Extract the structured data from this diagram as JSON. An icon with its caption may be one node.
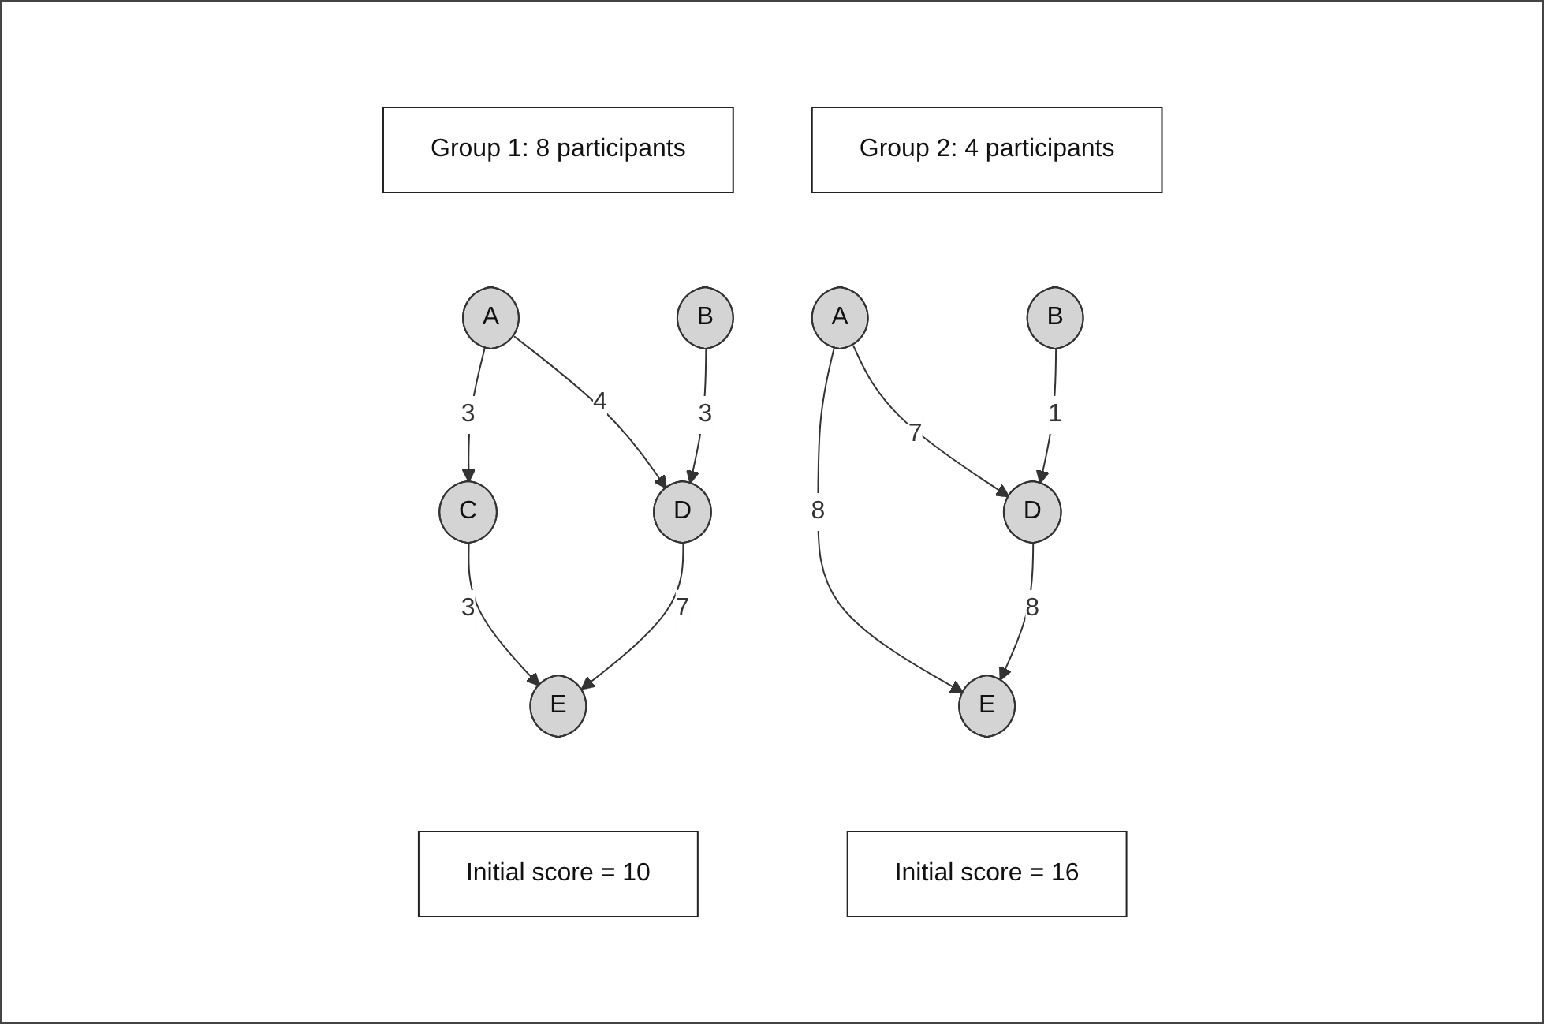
{
  "diagram": {
    "nodes": [
      {
        "text": [
          "Group 1:  8 participants"
        ]
      },
      {
        "text": [
          "A"
        ]
      },
      {
        "text": [
          "B"
        ]
      },
      {
        "text": [
          "C"
        ]
      },
      {
        "text": [
          "D"
        ]
      },
      {
        "text": [
          "E"
        ]
      },
      {
        "text": [
          "Initial score = 10"
        ]
      },
      {
        "text": [
          "Group 2:  4 participants"
        ]
      },
      {
        "text": [
          "A"
        ]
      },
      {
        "text": [
          "B"
        ]
      },
      {
        "text": [
          "D"
        ]
      },
      {
        "text": [
          "E"
        ]
      },
      {
        "text": [
          "Initial score = 16"
        ]
      }
    ],
    "edges": [
      {
        "from": 1,
        "to": 3,
        "arrow": "to",
        "label": "3"
      },
      {
        "from": 1,
        "to": 4,
        "arrow": "to",
        "label": "4"
      },
      {
        "from": 2,
        "to": 4,
        "arrow": "to",
        "label": "3"
      },
      {
        "from": 3,
        "to": 5,
        "arrow": "to",
        "label": "3"
      },
      {
        "from": 4,
        "to": 5,
        "arrow": "to",
        "label": "7"
      },
      {
        "from": 8,
        "to": 10,
        "arrow": "to",
        "label": "7"
      },
      {
        "from": 9,
        "to": 10,
        "arrow": "to",
        "label": "1"
      },
      {
        "from": 8,
        "to": 11,
        "arrow": "to",
        "label": "8"
      },
      {
        "from": 10,
        "to": 11,
        "arrow": "to",
        "label": "8"
      }
    ]
  }
}
